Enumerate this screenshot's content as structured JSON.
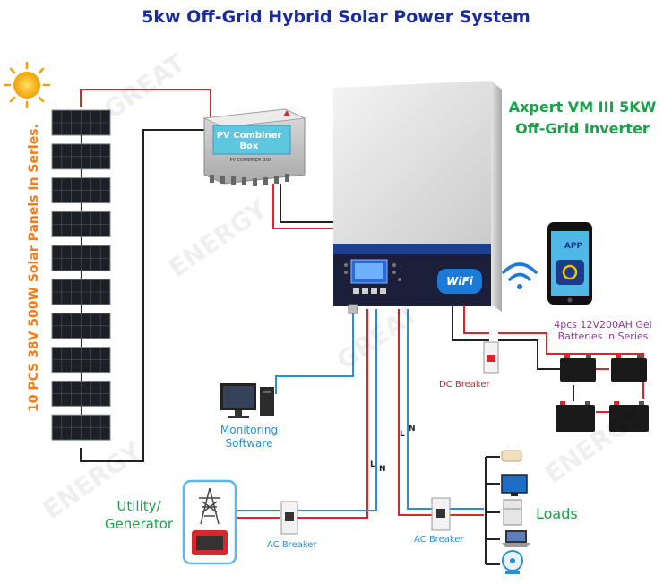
{
  "title": "5kw Off-Grid Hybrid Solar Power System",
  "inverter": {
    "line1": "Axpert VM III 5KW",
    "line2": "Off-Grid Inverter"
  },
  "combiner": {
    "title_line1": "PV Combiner",
    "title_line2": "Box",
    "plate_text": "PV COMBINER BOX"
  },
  "panels_label": "10 PCS 38V 500W Solar Panels In Series.",
  "battery": {
    "line1": "4pcs 12V200AH Gel",
    "line2": "Batteries In Series"
  },
  "dc_breaker": "DC Breaker",
  "monitoring": {
    "line1": "Monitoring",
    "line2": "Software"
  },
  "utility": {
    "line1": "Utility/",
    "line2": "Generator"
  },
  "ac_breaker_1": "AC Breaker",
  "ac_breaker_2": "AC Breaker",
  "loads": "Loads",
  "app": "APP",
  "wifi": "WiFi",
  "line_markers": {
    "l": "L",
    "n": "N"
  },
  "watermark": {
    "line1": "GREAT",
    "line2": "ENERGY"
  },
  "colors": {
    "title": "#1a2b9a",
    "green_label": "#1aa14a",
    "orange_label": "#f07e1a",
    "red_wire": "#d8262f",
    "blue_wire": "#2a8fd0",
    "inverter_front": "#1b1f3a",
    "inverter_stripe": "#1d3f8f",
    "battery_label": "#8a3a9a"
  }
}
